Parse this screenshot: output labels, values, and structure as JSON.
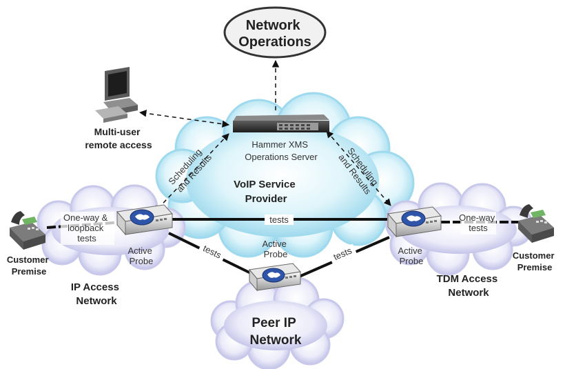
{
  "nodes": {
    "network_operations": {
      "line1": "Network",
      "line2": "Operations"
    },
    "multi_user": {
      "line1": "Multi-user",
      "line2": "remote access"
    },
    "xms_server": {
      "line1": "Hammer XMS",
      "line2": "Operations Server"
    },
    "voip_provider": {
      "line1": "VoIP Service",
      "line2": "Provider"
    },
    "ip_access": {
      "line1": "IP Access",
      "line2": "Network"
    },
    "tdm_access": {
      "line1": "TDM Access",
      "line2": "Network"
    },
    "peer_ip": {
      "line1": "Peer IP",
      "line2": "Network"
    },
    "customer_left": {
      "line1": "Customer",
      "line2": "Premise"
    },
    "customer_right": {
      "line1": "Customer",
      "line2": "Premise"
    },
    "probe_left": {
      "line1": "Active",
      "line2": "Probe"
    },
    "probe_center": {
      "line1": "Active",
      "line2": "Probe"
    },
    "probe_right": {
      "line1": "Active",
      "line2": "Probe"
    }
  },
  "links": {
    "sched_left": {
      "line1": "Scheduling",
      "line2": "and Results"
    },
    "sched_right": {
      "line1": "Scheduling",
      "line2": "and Results"
    },
    "tests_top": "tests",
    "tests_left": "tests",
    "tests_right": "tests",
    "oneway_left": {
      "line1": "One-way &",
      "line2": "loopback",
      "line3": "tests"
    },
    "oneway_right": {
      "line1": "One-way",
      "line2": "tests"
    }
  },
  "colors": {
    "provider_cloud": "#c2ecf7",
    "access_cloud": "#dcdcf3",
    "link": "#111111",
    "probe_face": "#2f55a8"
  }
}
